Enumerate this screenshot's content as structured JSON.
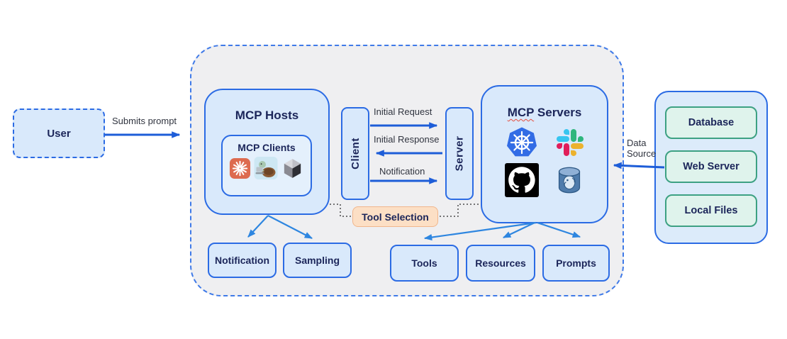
{
  "colors": {
    "node_fill": "#d9e9fb",
    "node_border": "#2b6be4",
    "boundary_fill": "#efeff1",
    "boundary_border": "#3f7ae8",
    "arrow_blue": "#1d5dd8",
    "arrow_light_blue": "#2e86e0",
    "tool_selection_fill": "#fcdfc5",
    "tool_selection_border": "#f0b68c",
    "data_source_fill": "#dff3ec",
    "data_source_border": "#3da183",
    "text_navy": "#1b2559",
    "squiggle_red": "#e74c3c"
  },
  "nodes": {
    "user": "User",
    "mcp_hosts": "MCP Hosts",
    "mcp_clients": "MCP Clients",
    "client": "Client",
    "server": "Server",
    "mcp_servers_word1": "MCP",
    "mcp_servers_word2": " Servers",
    "notification": "Notification",
    "sampling": "Sampling",
    "tools": "Tools",
    "resources": "Resources",
    "prompts": "Prompts",
    "database": "Database",
    "web_server": "Web Server",
    "local_files": "Local Files"
  },
  "flow_labels": {
    "submits_prompt": "Submits prompt",
    "initial_request": "Initial Request",
    "initial_response": "Initial Response",
    "notification": "Notification",
    "tool_selection": "Tool Selection",
    "data_source_line1": "Data",
    "data_source_line2": "Source"
  },
  "icons": {
    "mcp_clients": [
      "claude-starburst-icon",
      "turtle-developer-icon",
      "cursor-cube-icon"
    ],
    "mcp_servers": [
      "kubernetes-icon",
      "slack-icon",
      "github-icon",
      "postgresql-icon"
    ]
  }
}
